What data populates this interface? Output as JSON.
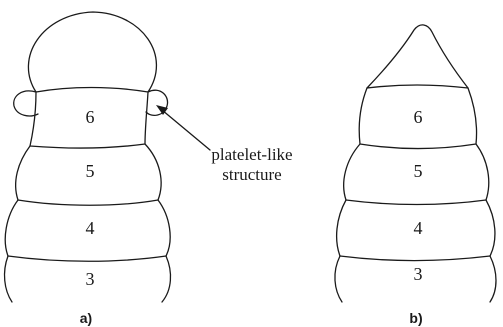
{
  "figure": {
    "panel_a": {
      "label": "a)",
      "segments": [
        "6",
        "5",
        "4",
        "3"
      ]
    },
    "panel_b": {
      "label": "b)",
      "segments": [
        "6",
        "5",
        "4",
        "3"
      ]
    },
    "annotation": {
      "line1": "platelet-like",
      "line2": "structure"
    }
  }
}
